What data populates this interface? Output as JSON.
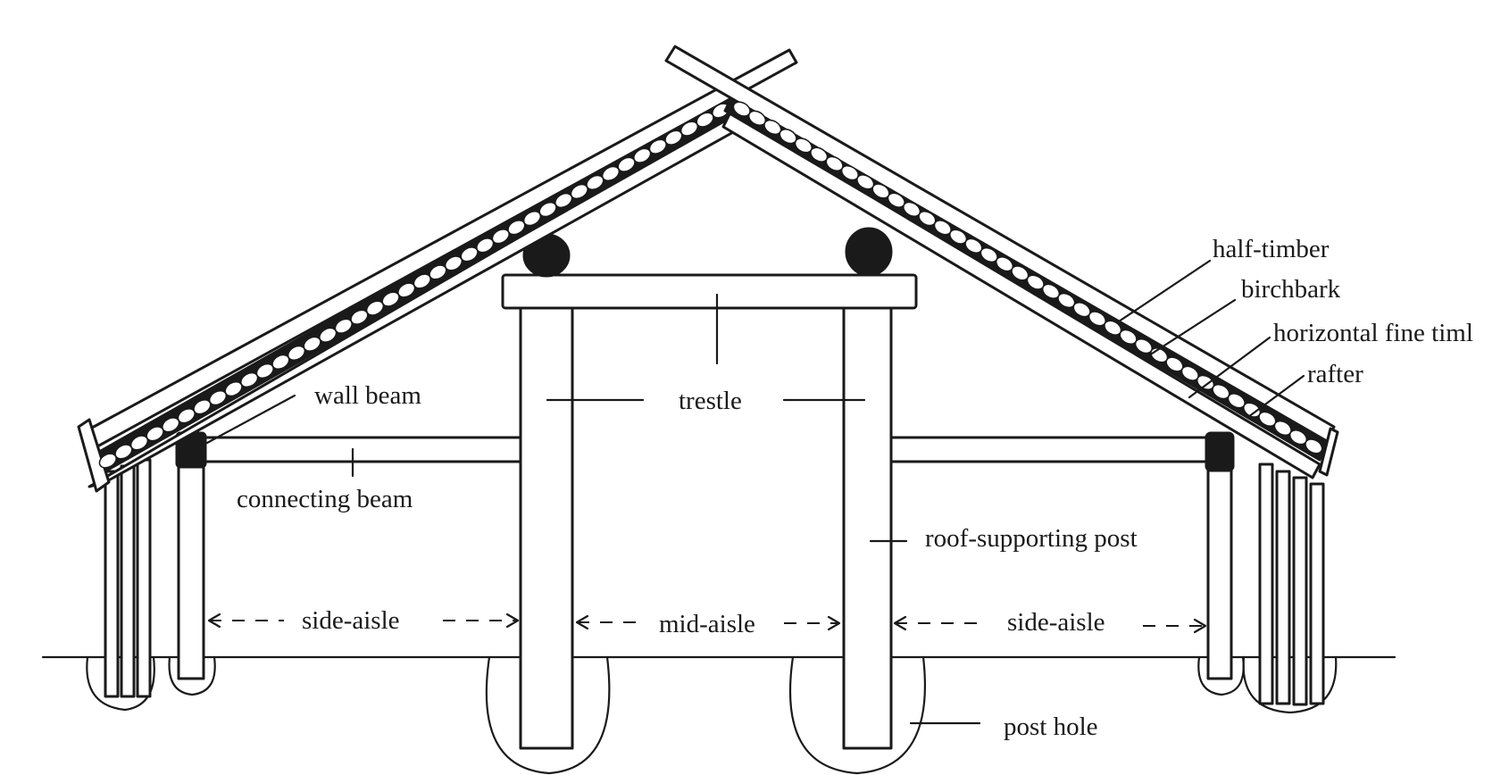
{
  "labels": {
    "half_timber": "half-timber",
    "birchbark": "birchbark",
    "horizontal_fine_timber": "horizontal fine timl",
    "rafter": "rafter",
    "wall_beam": "wall beam",
    "trestle": "trestle",
    "connecting_beam": "connecting beam",
    "roof_supporting_post": "roof-supporting post",
    "side_aisle_left": "side-aisle",
    "mid_aisle": "mid-aisle",
    "side_aisle_right": "side-aisle",
    "post_hole": "post hole"
  }
}
